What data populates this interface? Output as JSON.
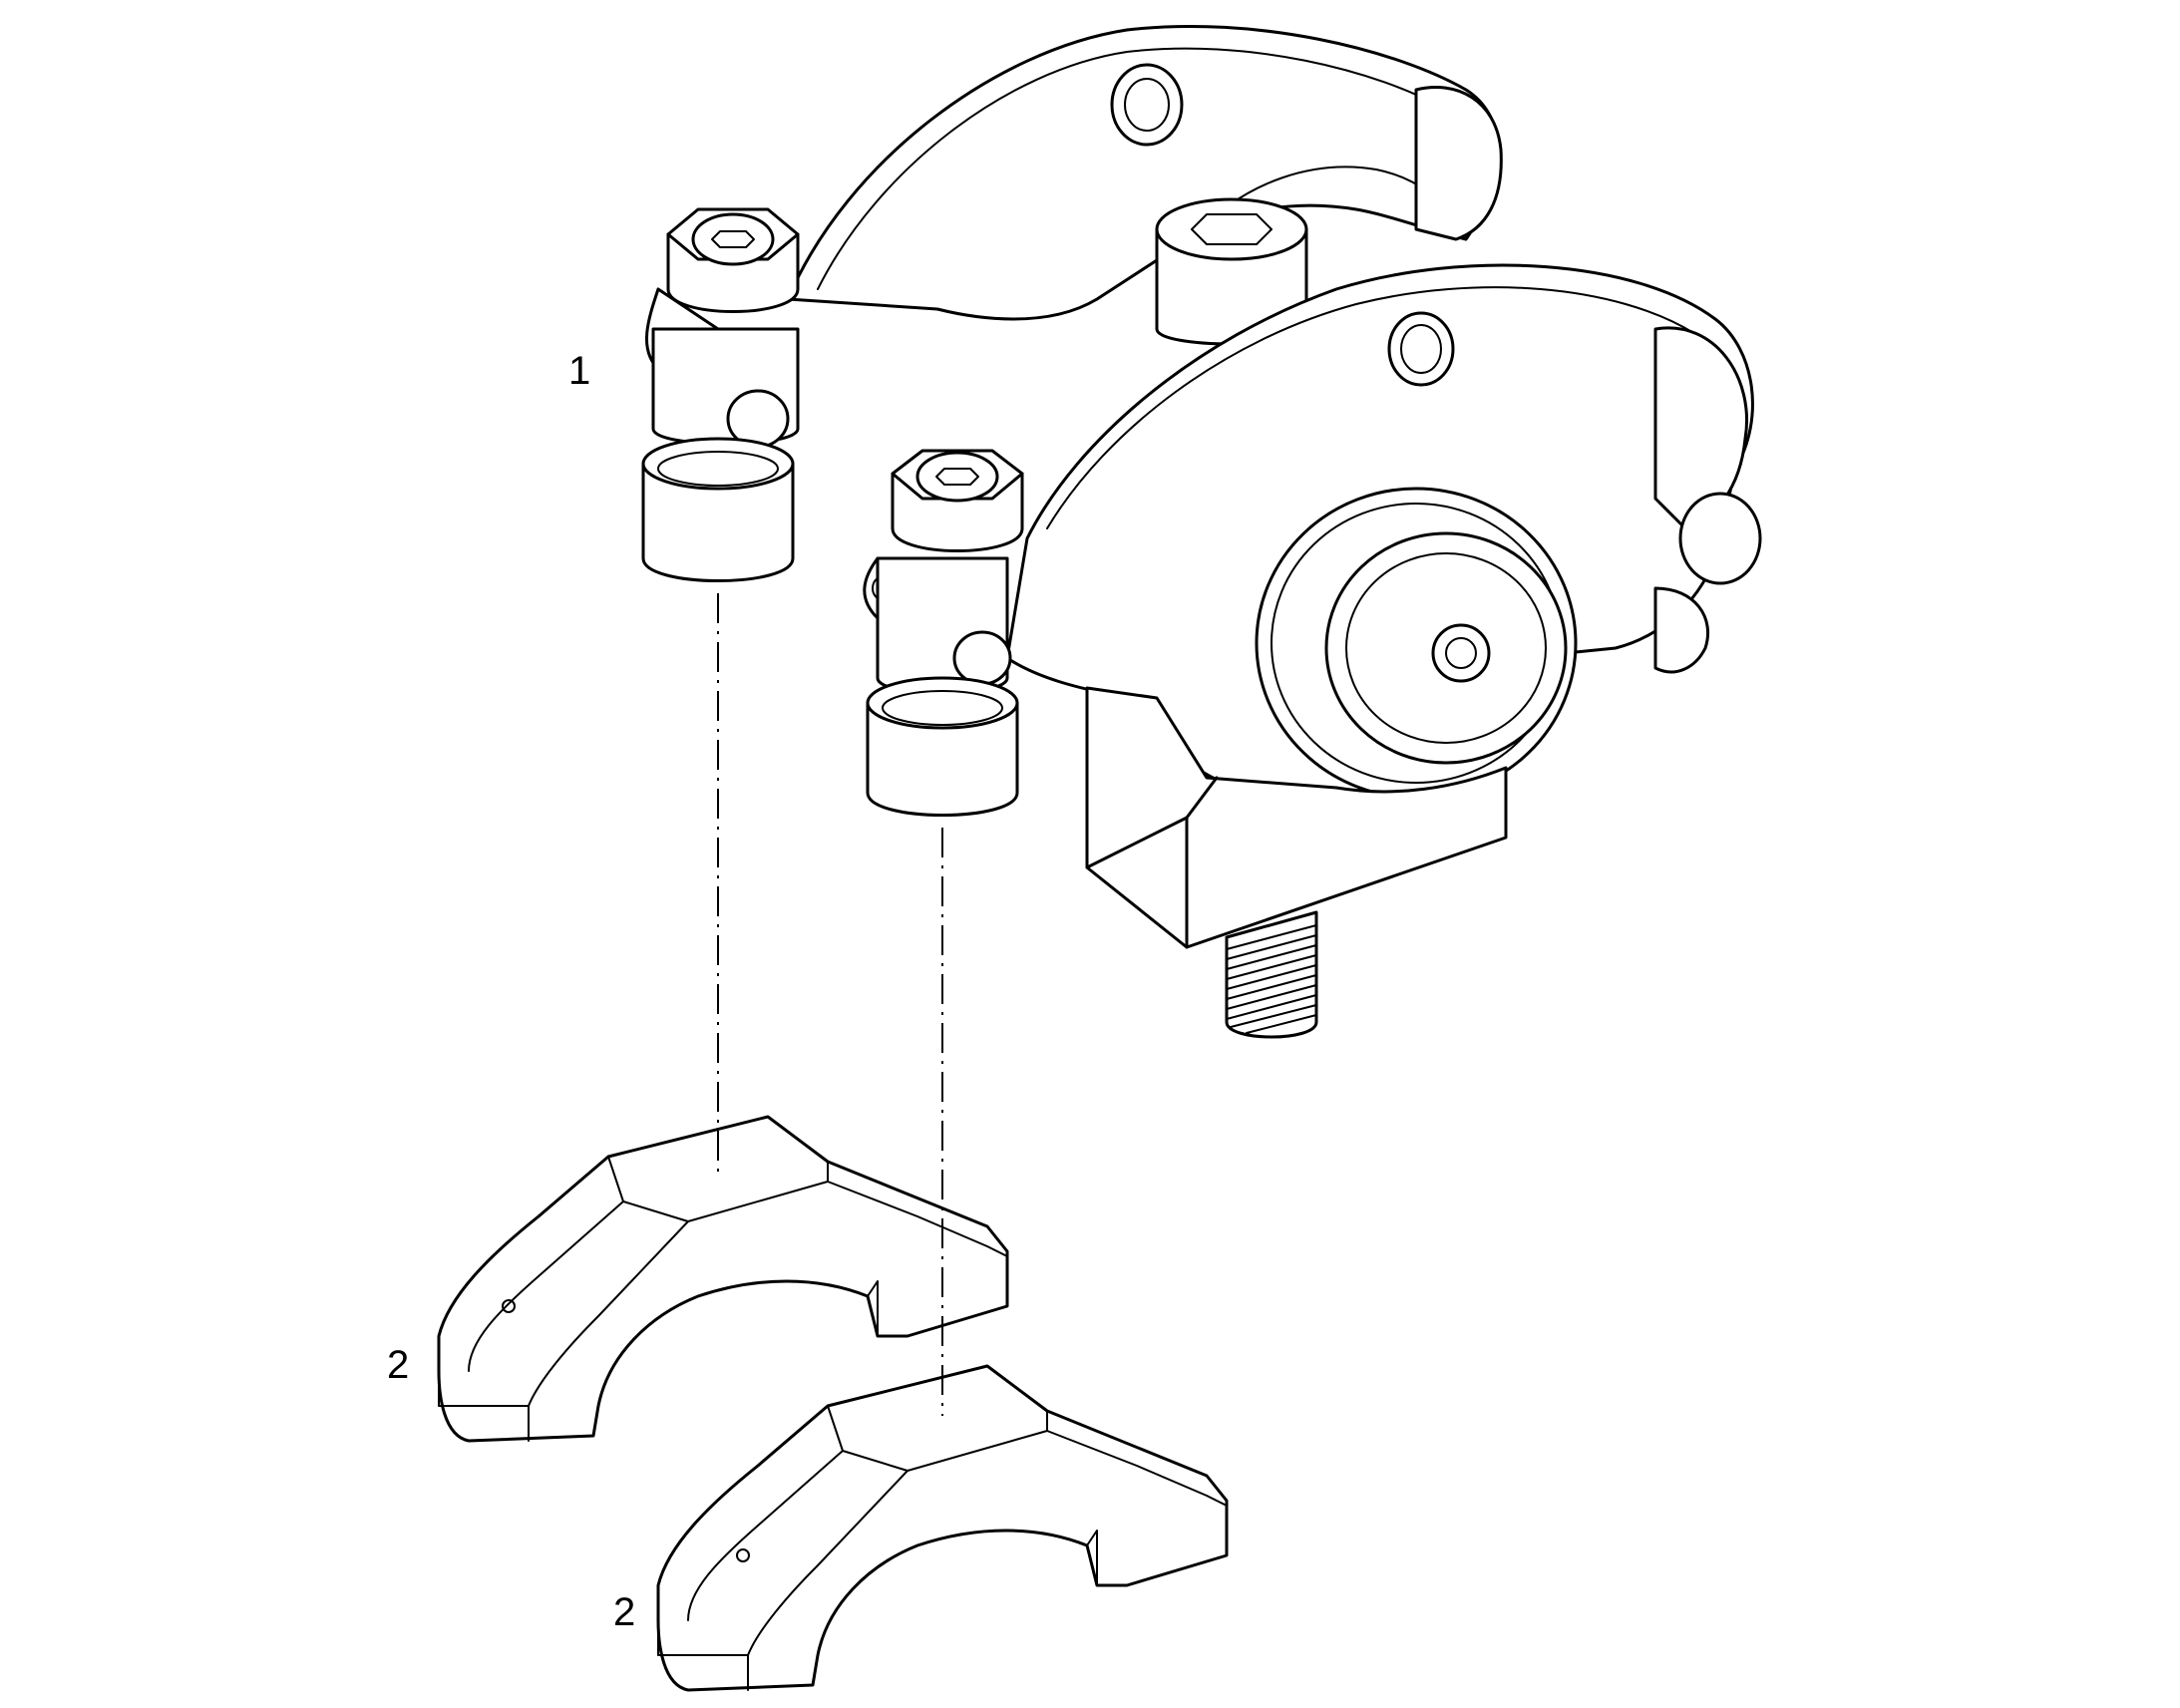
{
  "callouts": {
    "item_1": "1",
    "item_2a": "2",
    "item_2b": "2"
  },
  "colors": {
    "line": "#000000",
    "background": "#ffffff"
  }
}
